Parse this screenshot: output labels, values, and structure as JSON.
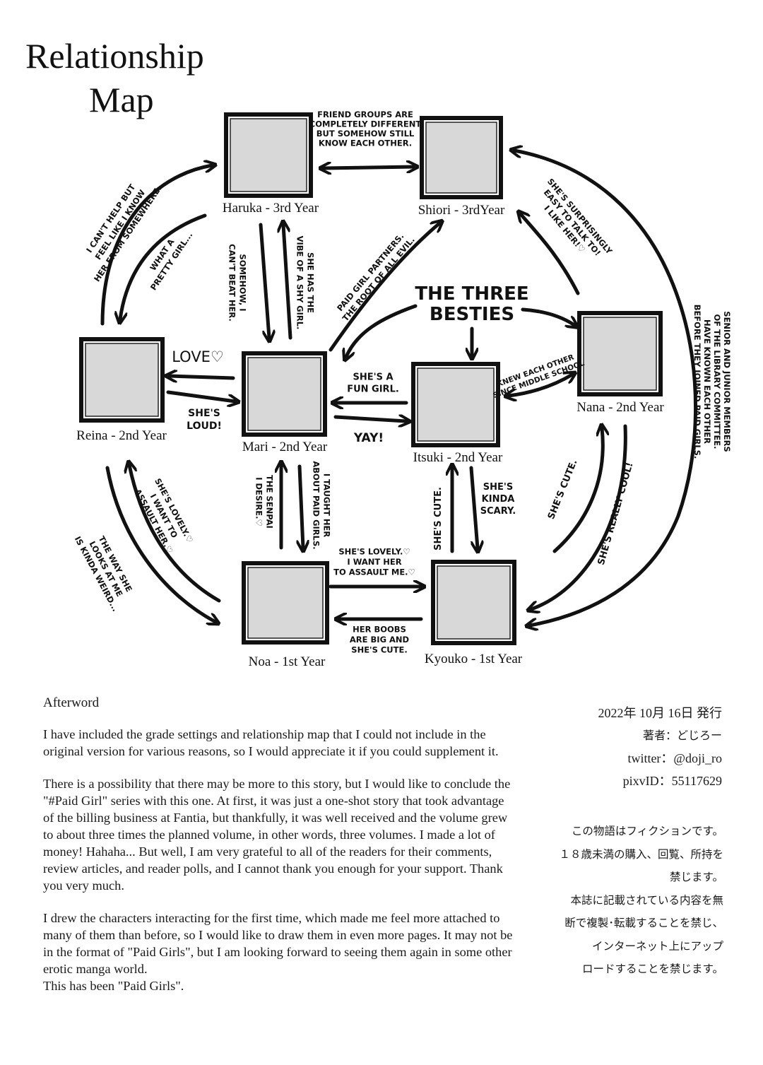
{
  "title": {
    "line1": "Relationship",
    "line2": "Map"
  },
  "characters": [
    {
      "id": "haruka",
      "name": "Haruka - 3rd Year"
    },
    {
      "id": "shiori",
      "name": "Shiori - 3rdYear"
    },
    {
      "id": "reina",
      "name": "Reina - 2nd Year"
    },
    {
      "id": "mari",
      "name": "Mari - 2nd Year"
    },
    {
      "id": "itsuki",
      "name": "Itsuki - 2nd Year"
    },
    {
      "id": "nana",
      "name": "Nana - 2nd Year"
    },
    {
      "id": "noa",
      "name": "Noa - 1st Year"
    },
    {
      "id": "kyouko",
      "name": "Kyouko - 1st Year"
    }
  ],
  "group_label": {
    "line1": "THE THREE",
    "line2": "BESTIES"
  },
  "relations": {
    "haruka_shiori": [
      "FRIEND GROUPS ARE",
      "COMPLETELY DIFFERENT",
      "BUT SOMEHOW STILL",
      "KNOW EACH OTHER."
    ],
    "reina_haruka": [
      "I CAN'T HELP BUT",
      "FEEL LIKE I KNOW",
      "HER FROM SOMEWHERE..."
    ],
    "haruka_reina": [
      "WHAT A",
      "PRETTY GIRL..."
    ],
    "haruka_mari": [
      "SOMEHOW, I",
      "CAN'T BEAT HER."
    ],
    "mari_haruka": [
      "SHE HAS THE",
      "VIBE OF A SHY GIRL."
    ],
    "mari_shiori": [
      "PAID GIRL PARTNERS.",
      "THE ROOT OF ALL EVIL."
    ],
    "nana_shiori": [
      "SHE'S SURPRISINGLY",
      "EASY TO TALK TO!",
      "I LIKE HER!♡"
    ],
    "shiori_kyouko": [
      "SENIOR AND JUNIOR MEMBERS",
      "OF THE LIBRARY COMMITTEE.",
      "HAVE KNOWN EACH OTHER",
      "BEFORE THEY JOINED PAID GIRLS."
    ],
    "mari_reina": "LOVE♡",
    "reina_mari": [
      "SHE'S",
      "LOUD!"
    ],
    "itsuki_mari": [
      "SHE'S A",
      "FUN GIRL."
    ],
    "mari_itsuki": "YAY!",
    "itsuki_nana": [
      "KNEW EACH OTHER",
      "SINCE MIDDLE SCHOOL"
    ],
    "noa_mari": [
      "THE SENPAI",
      "I DESIRE.♡"
    ],
    "mari_noa": [
      "I TAUGHT HER",
      "ABOUT PAID GIRLS."
    ],
    "reina_noa": [
      "THE WAY SHE",
      "LOOKS AT ME",
      "IS KINDA WEIRD..."
    ],
    "noa_reina": [
      "SHE'S LOVELY.♡",
      "I WANT TO",
      "ASSAULT HER.♡"
    ],
    "noa_kyouko": [
      "SHE'S LOVELY.♡",
      "I WANT HER",
      "TO ASSAULT ME.♡"
    ],
    "kyouko_noa": [
      "HER BOOBS",
      "ARE BIG AND",
      "SHE'S CUTE."
    ],
    "kyouko_itsuki": "SHE'S CUTE.",
    "itsuki_kyouko": [
      "SHE'S",
      "KINDA",
      "SCARY."
    ],
    "kyouko_nana": "SHE'S CUTE.",
    "nana_kyouko": "SHE'S REALLY COOL!"
  },
  "afterword": {
    "heading": "Afterword",
    "p1": "I have included the grade settings and relationship map that I could not include in the original version for various reasons, so I would appreciate it if you could supplement it.",
    "p2": "There is a possibility that there may be more to this story, but I would like to conclude the \"#Paid Girl\" series with this one. At first, it was just a one-shot story that took advantage of the billing business at Fantia, but thankfully,  it was well received and the volume grew to about three times the planned volume, in other words, three volumes. I made a lot of money! Hahaha... But well, I am very grateful to all of the readers for their comments, review articles, and reader polls, and I cannot thank you enough for your support. Thank you very much.",
    "p3": "I drew the characters interacting for the first time, which made me feel more attached to many of them than before, so I would like to draw them in even more pages. It may not be in the format of \"Paid Girls\", but I am looking forward to seeing them again in some other erotic manga world.",
    "p4": "This has been \"Paid Girls\"."
  },
  "colophon": {
    "date": "2022年  10月 16日 発行",
    "author": "著者：どじろー",
    "twitter": "twitter：@doji_ro",
    "pixiv": "pixvID：55117629"
  },
  "notice": [
    "この物語はフィクションです。",
    "１８歳未満の購入、回覧、所持を",
    "禁じます。",
    "本誌に記載されている内容を無",
    "断で複製･転載することを禁じ、",
    "インターネット上にアップ",
    "ロードすることを禁じます。"
  ],
  "colors": {
    "ink": "#111111",
    "paper": "#ffffff",
    "portrait_fill": "#d8d8d8"
  }
}
